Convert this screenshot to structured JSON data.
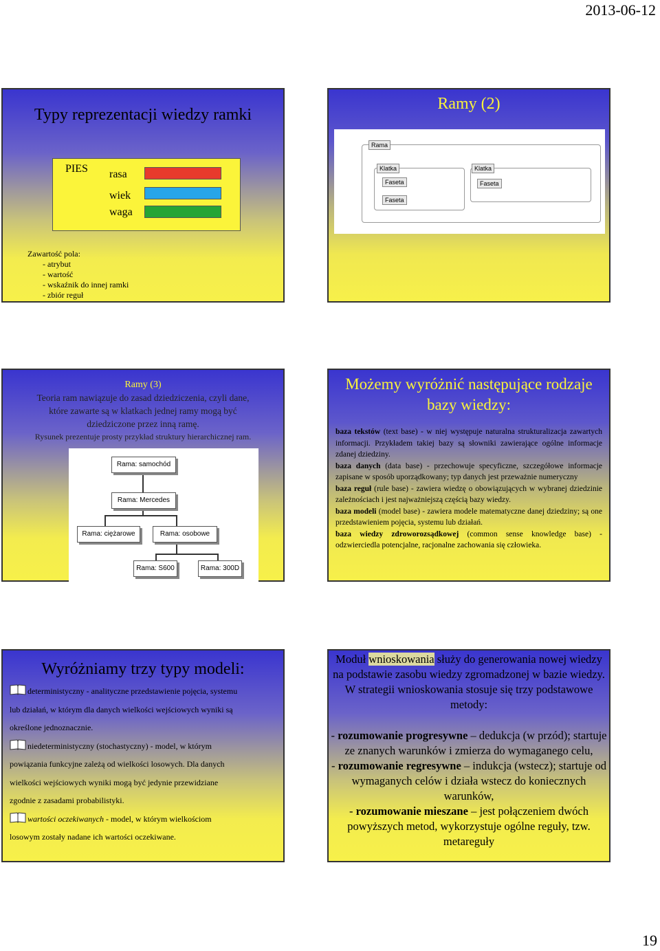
{
  "header": {
    "date": "2013-06-12"
  },
  "footer": {
    "page_number": "19"
  },
  "slide1": {
    "title": "Typy reprezentacji wiedzy ramki",
    "frame_name": "PIES",
    "attributes": [
      {
        "label": "rasa",
        "color": "#e83a2c"
      },
      {
        "label": "wiek",
        "color": "#27a5e8"
      },
      {
        "label": "waga",
        "color": "#26a535"
      }
    ],
    "contents": [
      "Zawartość pola:",
      "- atrybut",
      "- wartość",
      "- wskaźnik do innej ramki",
      "- zbiór reguł"
    ]
  },
  "slide2": {
    "title": "Ramy (2)",
    "diagram": {
      "frame_label": "Rama",
      "left_slot": [
        "Klatka",
        "Faseta",
        "Faseta"
      ],
      "right_slot": [
        "Klatka",
        "Faseta"
      ]
    }
  },
  "slide3": {
    "title": "Ramy (3)",
    "line1": "Teoria ram nawiązuje do zasad dziedziczenia, czyli dane,",
    "line2": "które zawarte są w klatkach jednej ramy mogą być",
    "line3": "dziedziczone przez inną ramę.",
    "line4": "Rysunek prezentuje prosty przykład struktury hierarchicznej ram.",
    "tree": {
      "root": "Rama: samochód",
      "mid": "Rama: Mercedes",
      "left": "Rama: ciężarowe",
      "right": "Rama: osobowe",
      "leaf1": "Rama: S600",
      "leaf2": "Rama: 300D"
    }
  },
  "slide4": {
    "title_line1": "Możemy wyróżnić następujące rodzaje",
    "title_line2": "bazy wiedzy:",
    "items": [
      {
        "term": "baza tekstów",
        "text": " (text base) - w niej występuje naturalna strukturalizacja zawartych informacji. Przykładem takiej bazy są słowniki zawierające ogólne informacje zdanej dziedziny."
      },
      {
        "term": "baza danych",
        "text": " (data base) - przechowuje specyficzne, szczegółowe informacje zapisane w sposób uporządkowany; typ danych jest przeważnie numeryczny"
      },
      {
        "term": "baza reguł",
        "text": " (rule base) - zawiera wiedzę o obowiązujących w wybranej dziedzinie zależnościach i jest najważniejszą częścią bazy wiedzy."
      },
      {
        "term": "baza modeli",
        "text": " (model base) - zawiera modele matematyczne danej dziedziny; są one przedstawieniem pojęcia, systemu lub działań."
      },
      {
        "term": "baza wiedzy zdroworozsądkowej",
        "text": " (common sense knowledge base) - odzwierciedla potencjalne, racjonalne zachowania się człowieka."
      }
    ]
  },
  "slide5": {
    "title": "Wyróżniamy trzy typy modeli:",
    "p1_a": "deterministyczny - analityczne przedstawienie pojęcia, systemu",
    "p1_b": "lub działań, w którym dla danych wielkości wejściowych wyniki są",
    "p1_c": "określone jednoznacznie.",
    "p2_a": "niedeterministyczny (stochastyczny) - model, w którym",
    "p2_b": "powiązania funkcyjne zależą od wielkości losowych. Dla danych",
    "p2_c": "wielkości wejściowych wyniki mogą być jedynie przewidziane",
    "p2_d": "zgodnie z zasadami probabilistyki.",
    "p3_term": "wartości oczekiwanych",
    "p3_a": " - model, w którym wielkościom",
    "p3_b": "losowym zostały nadane ich wartości oczekiwane."
  },
  "slide6": {
    "intro_a": "Moduł ",
    "intro_term": "wnioskowania",
    "intro_b": " służy do generowania nowej wiedzy na podstawie zasobu wiedzy zgromadzonej w bazie wiedzy. W strategii wnioskowania stosuje się trzy podstawowe metody:",
    "m1_term": "rozumowanie progresywne",
    "m1_text": " – dedukcja (w przód); startuje ze znanych warunków i zmierza do wymaganego celu,",
    "m2_term": "rozumowanie regresywne",
    "m2_text": " – indukcja (wstecz); startuje od wymaganych celów i działa wstecz do koniecznych warunków,",
    "m3_term": "rozumowanie mieszane",
    "m3_text": " – jest połączeniem dwóch powyższych metod, wykorzystuje ogólne reguły, tzw.",
    "m3_last": "metareguły"
  }
}
